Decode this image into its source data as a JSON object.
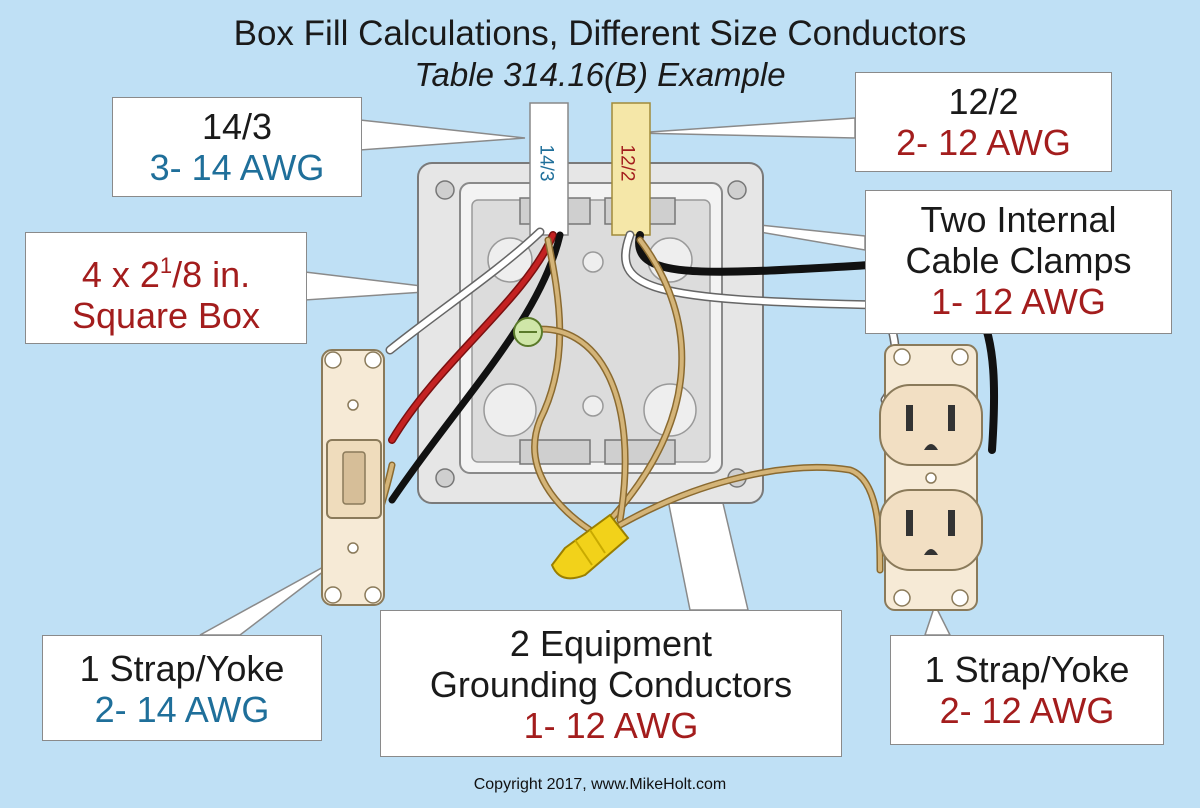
{
  "title": "Box Fill Calculations, Different Size Conductors",
  "subtitle": "Table 314.16(B) Example",
  "copyright": "Copyright 2017, www.MikeHolt.com",
  "colors": {
    "background": "#bfe0f5",
    "red_text": "#a31d1d",
    "blue_text": "#1f6f9a",
    "dark_text": "#1a1a1a",
    "box_metal": "#e6e6e6",
    "ground_wire": "#c9a96a",
    "wire_nut": "#f2d21a",
    "device_ivory": "#f6ead6"
  },
  "cable_tags": {
    "tag_14_3": "14/3",
    "tag_12_2": "12/2"
  },
  "callouts": {
    "cable_14_3": {
      "line1": "14/3",
      "line2": "3- 14 AWG"
    },
    "cable_12_2": {
      "line1": "12/2",
      "line2": "2- 12 AWG"
    },
    "square_box": {
      "line1_main": "4 x 2",
      "line1_sup": "1",
      "line1_frac": "/8 in.",
      "line2": "Square Box"
    },
    "cable_clamps": {
      "line1": "Two Internal",
      "line2": "Cable Clamps",
      "line3": "1- 12 AWG"
    },
    "switch_yoke": {
      "line1": "1 Strap/Yoke",
      "line2": "2- 14 AWG"
    },
    "grounding": {
      "line1": "2 Equipment",
      "line2": "Grounding Conductors",
      "line3": "1- 12 AWG"
    },
    "receptacle_yoke": {
      "line1": "1 Strap/Yoke",
      "line2": "2- 12 AWG"
    }
  },
  "icons": [
    "switch-icon",
    "receptacle-icon",
    "wire-nut-icon",
    "ground-screw-icon",
    "junction-box-icon"
  ]
}
